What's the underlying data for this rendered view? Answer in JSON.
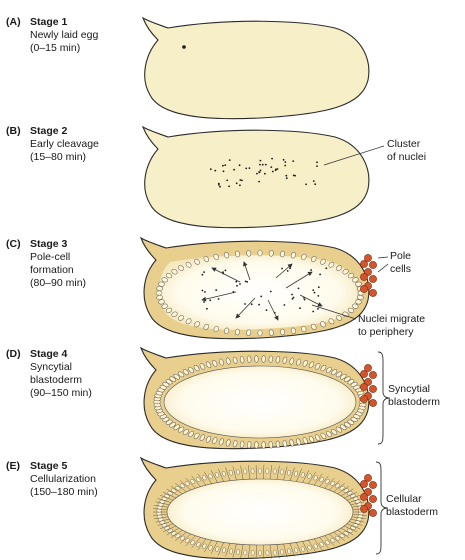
{
  "stages": [
    {
      "letter": "(A)",
      "name": "Stage 1",
      "line1": "Newly laid egg",
      "line2": "(0–15 min)",
      "line3": ""
    },
    {
      "letter": "(B)",
      "name": "Stage 2",
      "line1": "Early cleavage",
      "line2": "(15–80 min)",
      "line3": ""
    },
    {
      "letter": "(C)",
      "name": "Stage 3",
      "line1": "Pole-cell",
      "line2": "formation",
      "line3": "(80–90 min)"
    },
    {
      "letter": "(D)",
      "name": "Stage 4",
      "line1": "Syncytial",
      "line2": "blastoderm",
      "line3": "(90–150 min)"
    },
    {
      "letter": "(E)",
      "name": "Stage 5",
      "line1": "Cellularization",
      "line2": "(150–180 min)",
      "line3": ""
    }
  ],
  "annotations": {
    "cluster_of_nuclei": [
      "Cluster",
      "of nuclei"
    ],
    "pole_cells": [
      "Pole",
      "cells"
    ],
    "nuclei_migrate": [
      "Nuclei migrate",
      "to periphery"
    ],
    "syncytial_blastoderm": [
      "Syncytial",
      "blastoderm"
    ],
    "cellular_blastoderm": [
      "Cellular",
      "blastoderm"
    ]
  },
  "colors": {
    "egg_fill": "#f6efc8",
    "egg_stroke": "#2b2b2b",
    "cortex_fill": "#e9cf8e",
    "pole_cell": "#d4552c",
    "nucleus": "#1a1a1a"
  }
}
